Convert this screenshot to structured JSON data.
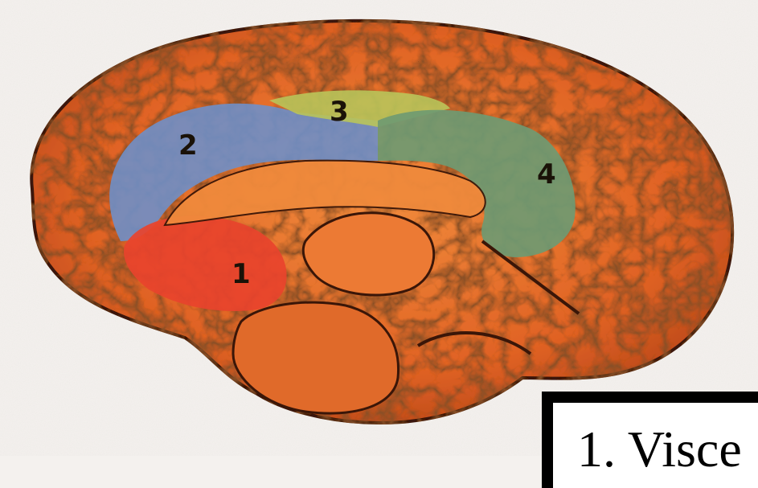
{
  "figure": {
    "region_labels": [
      "1",
      "2",
      "3",
      "4"
    ],
    "region_colors": {
      "region_1": "#e8432c",
      "region_2": "#6f8fc8",
      "region_3": "#b9c45a",
      "region_4": "#6f9a72"
    },
    "cortex_color": "#e8692c",
    "outline_color": "#3a1608"
  },
  "caption": {
    "text": "1. Visce"
  }
}
